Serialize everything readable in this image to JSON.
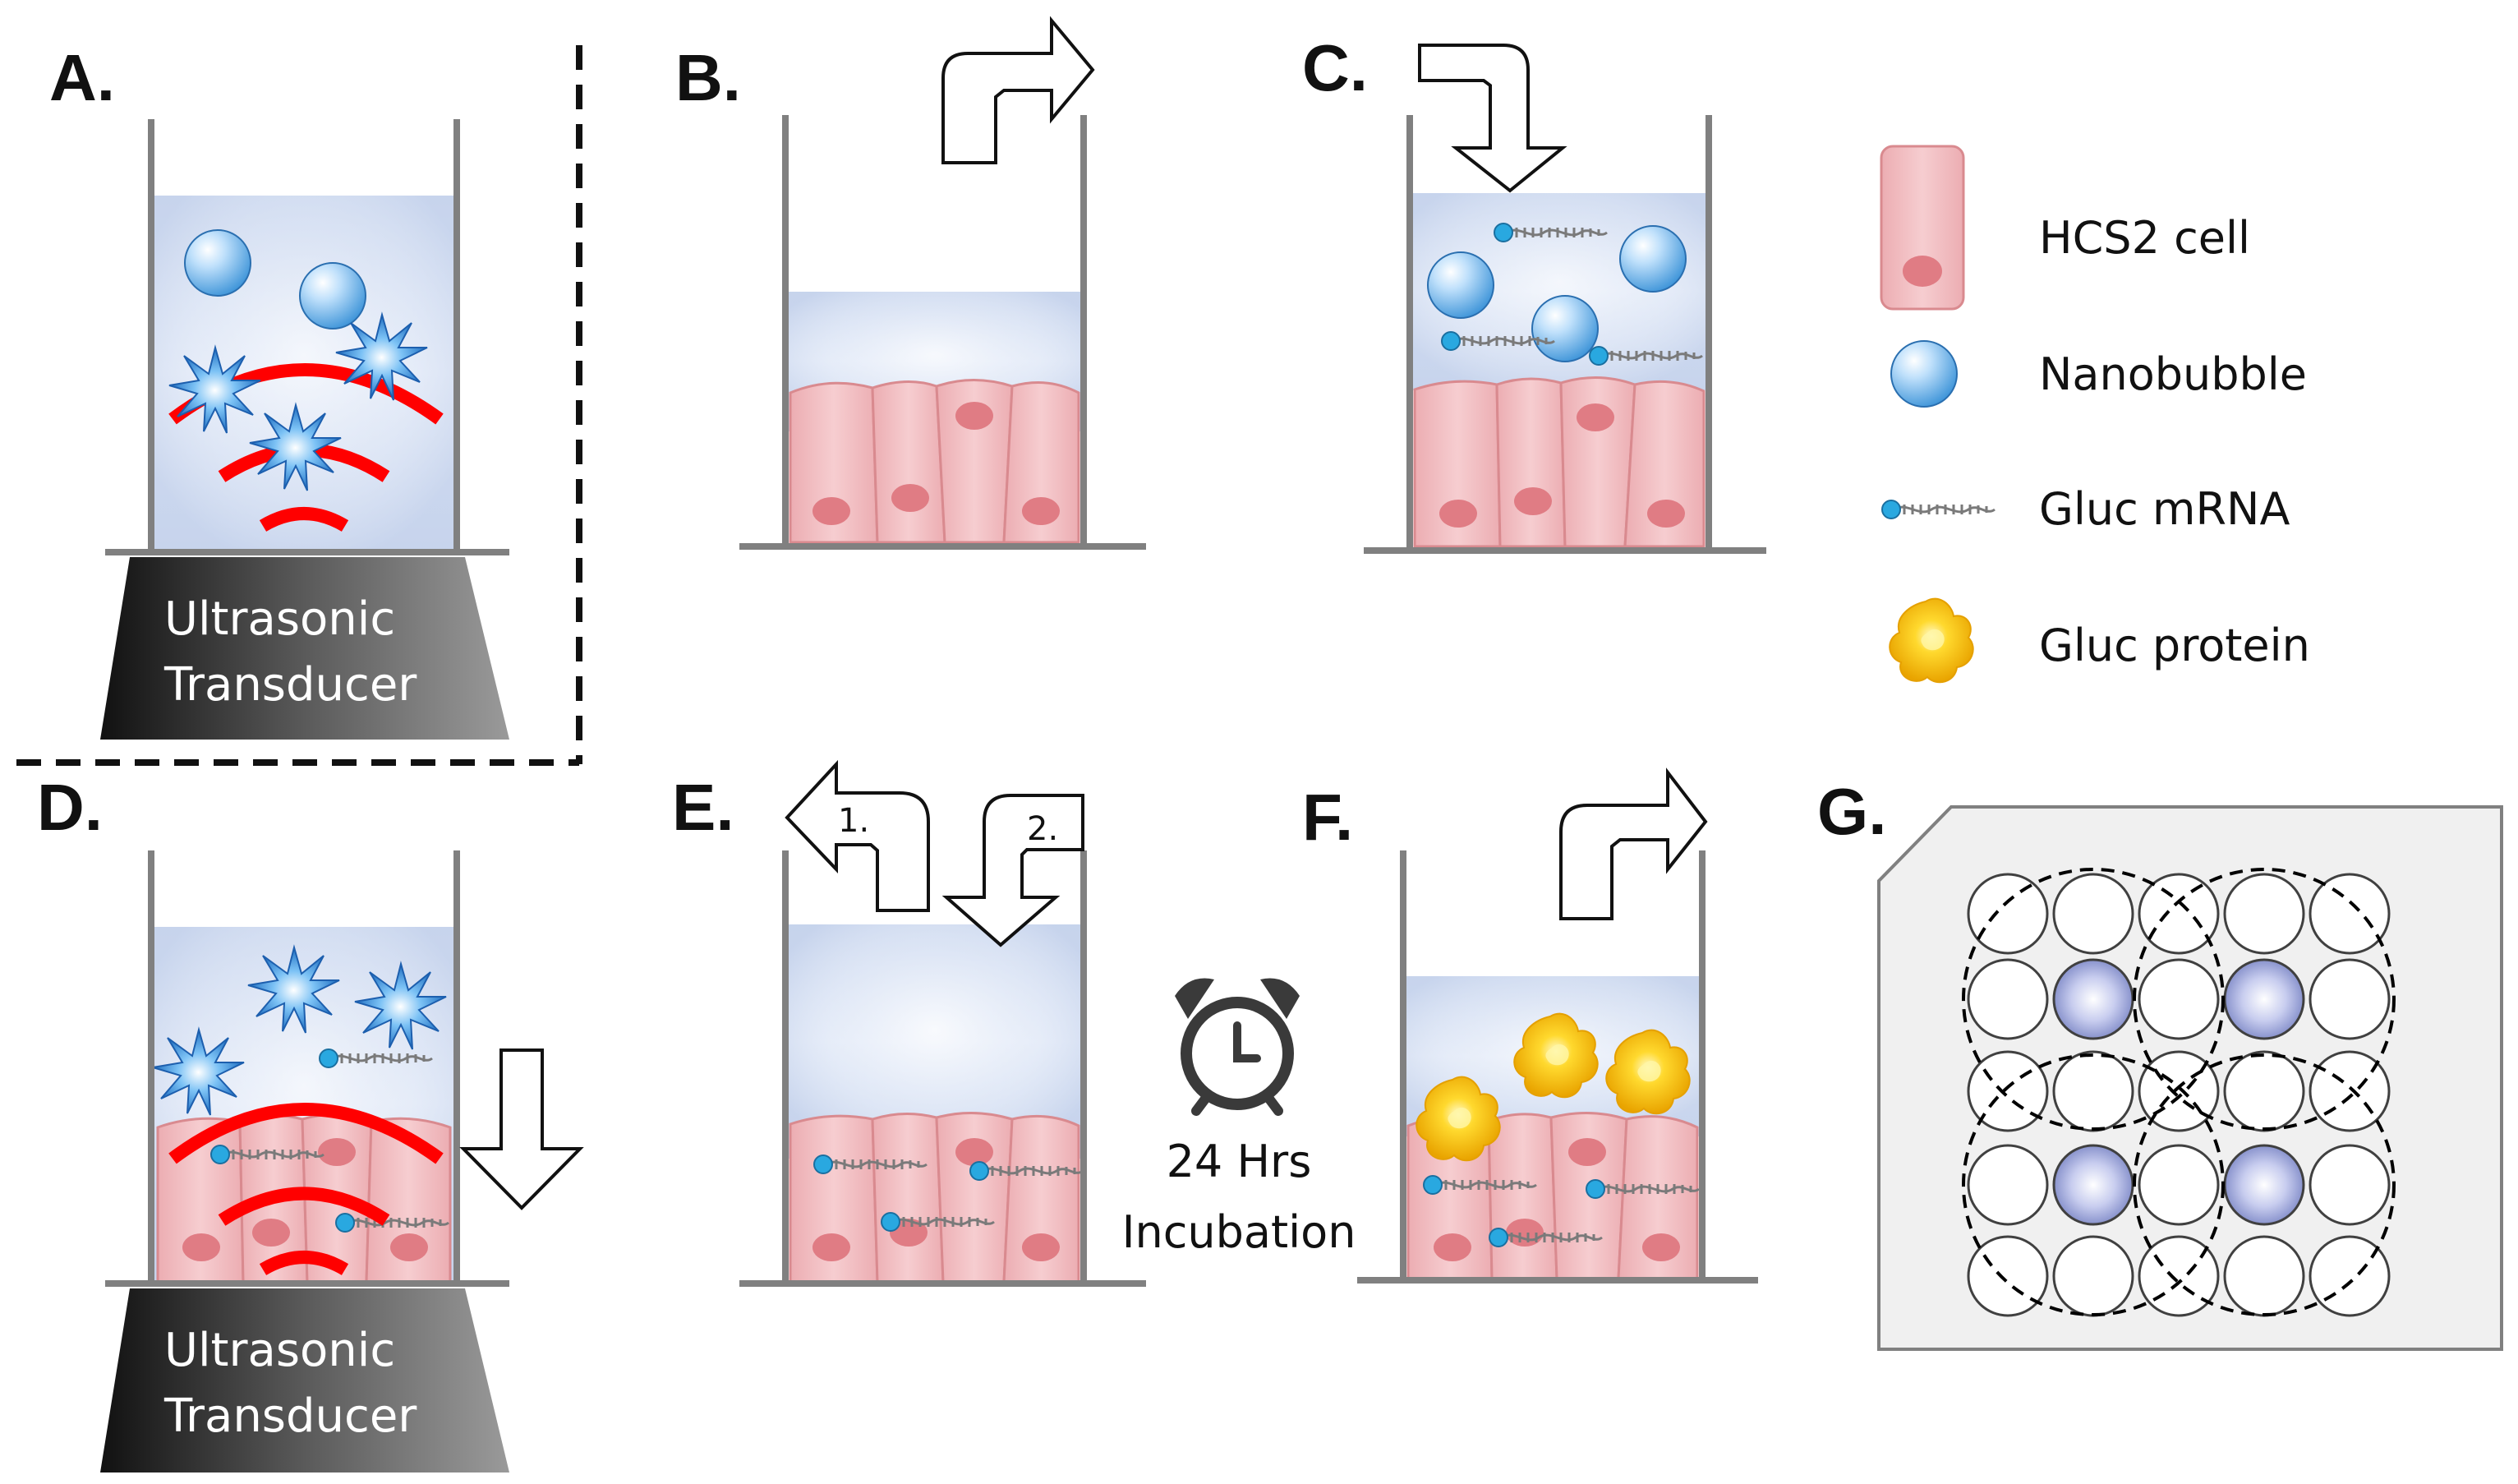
{
  "panels": {
    "a": "A.",
    "b": "B.",
    "c": "C.",
    "d": "D.",
    "e": "E.",
    "f": "F.",
    "g": "G."
  },
  "transducer": {
    "line1": "Ultrasonic",
    "line2": "Transducer"
  },
  "legend": {
    "cell": "HCS2 cell",
    "nanobubble": "Nanobubble",
    "mrna": "Gluc mRNA",
    "protein": "Gluc protein"
  },
  "arrow_steps": {
    "step1": "1.",
    "step2": "2."
  },
  "incubation": {
    "line1": "24 Hrs",
    "line2": "Incubation"
  },
  "colors": {
    "wave": "#ff0000",
    "medium": "#cdd9ef",
    "cell": "#f3c0c4",
    "nucleus": "#e07c84",
    "mrna_cap": "#29a8e0",
    "protein": "#f5b800",
    "transducer": "#3a3a3a",
    "plate": "#f0f0f0",
    "treated_well": "#9aa6d8"
  },
  "icons": [
    "nanobubble-icon",
    "burst-icon",
    "mrna-icon",
    "protein-icon",
    "alarm-clock-icon",
    "arrow-icon",
    "cell-icon"
  ]
}
